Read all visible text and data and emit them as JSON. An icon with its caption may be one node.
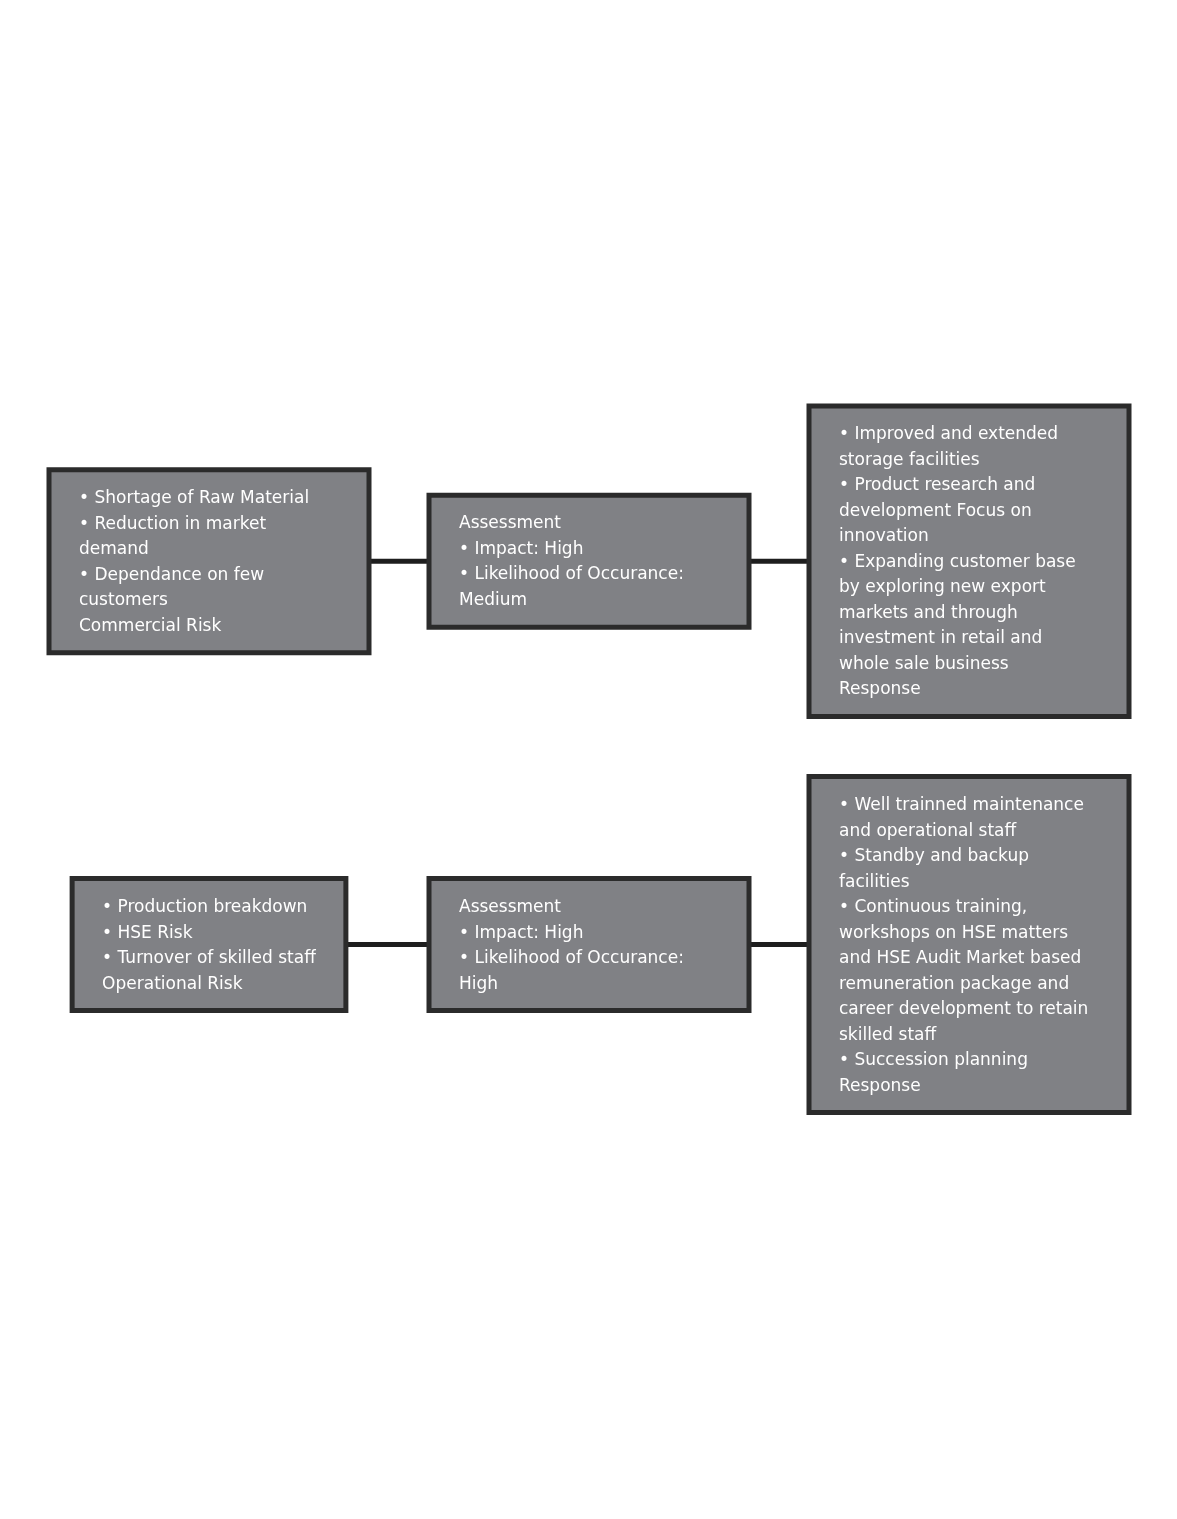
{
  "diagram": {
    "nodes": [
      {
        "text": [
          "• Shortage of Raw Material",
          "• Reduction in market demand",
          "• Dependance on few customers",
          "Commercial Risk"
        ]
      },
      {
        "text": [
          "Assessment",
          "• Impact: High",
          "• Likelihood of Occurance: Medium"
        ]
      },
      {
        "text": [
          "• Improved and extended storage facilities",
          "• Product research and development Focus on innovation",
          "• Expanding customer base by exploring new export markets and through investment in retail and whole sale business",
          "Response"
        ]
      },
      {
        "text": [
          "• Production breakdown",
          "• HSE Risk",
          "• Turnover of skilled staff",
          "Operational Risk"
        ]
      },
      {
        "text": [
          "Assessment",
          "• Impact: High",
          "• Likelihood of Occurance: High"
        ]
      },
      {
        "text": [
          "• Well trainned maintenance and operational staff",
          "• Standby and backup facilities",
          "• Continuous training, workshops on HSE matters and HSE Audit Market based remuneration package and career development to retain skilled staff",
          "• Succession planning",
          "Response"
        ]
      }
    ],
    "edges": [
      {
        "from": 0,
        "to": 1,
        "arrow": "none"
      },
      {
        "from": 1,
        "to": 2,
        "arrow": "none"
      },
      {
        "from": 3,
        "to": 4,
        "arrow": "none"
      },
      {
        "from": 4,
        "to": 5,
        "arrow": "none"
      }
    ]
  }
}
